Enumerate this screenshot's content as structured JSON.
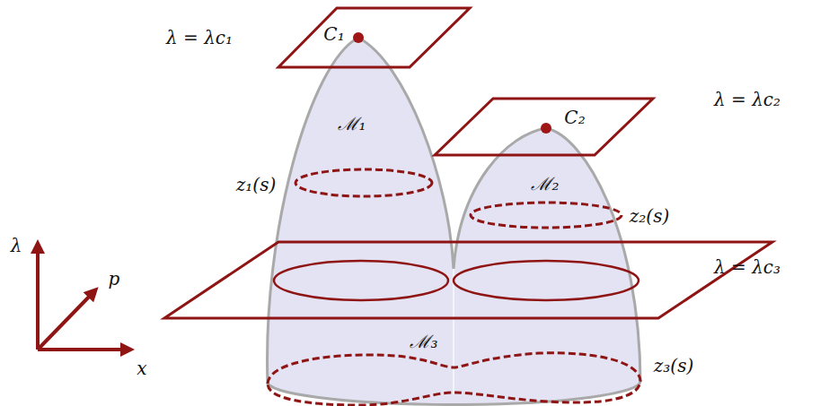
{
  "diagram": {
    "labels": [
      "λ = λc₁",
      "C₁",
      "ℳ₁",
      "z₁(s)",
      "λ = λc₂",
      "C₂",
      "ℳ₂",
      "z₂(s)",
      "λ = λc₃",
      "ℳ₃",
      "z₃(s)",
      "λ",
      "p",
      "x"
    ]
  }
}
